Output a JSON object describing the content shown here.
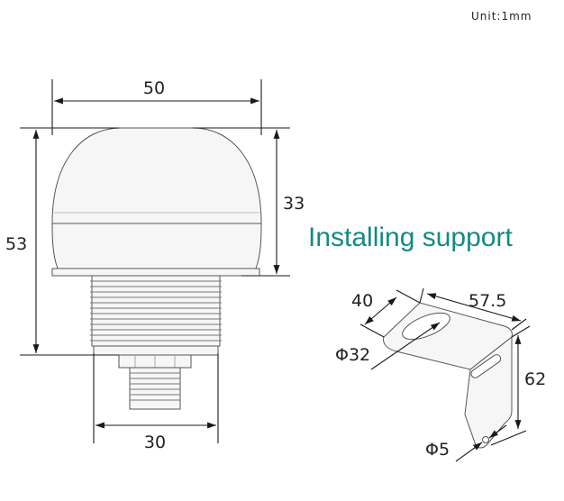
{
  "unit_label": "Unit:1mm",
  "section_title": "Installing support",
  "lamp_dimensions": {
    "top_width": "50",
    "total_height": "53",
    "dome_height": "33",
    "base_width": "30"
  },
  "bracket_dimensions": {
    "width": "40",
    "length": "57.5",
    "hole_diameter": "Φ32",
    "height": "62",
    "small_hole_diameter": "Φ5"
  },
  "colors": {
    "heading": "#148a84",
    "lines": "#1a1a1a"
  }
}
